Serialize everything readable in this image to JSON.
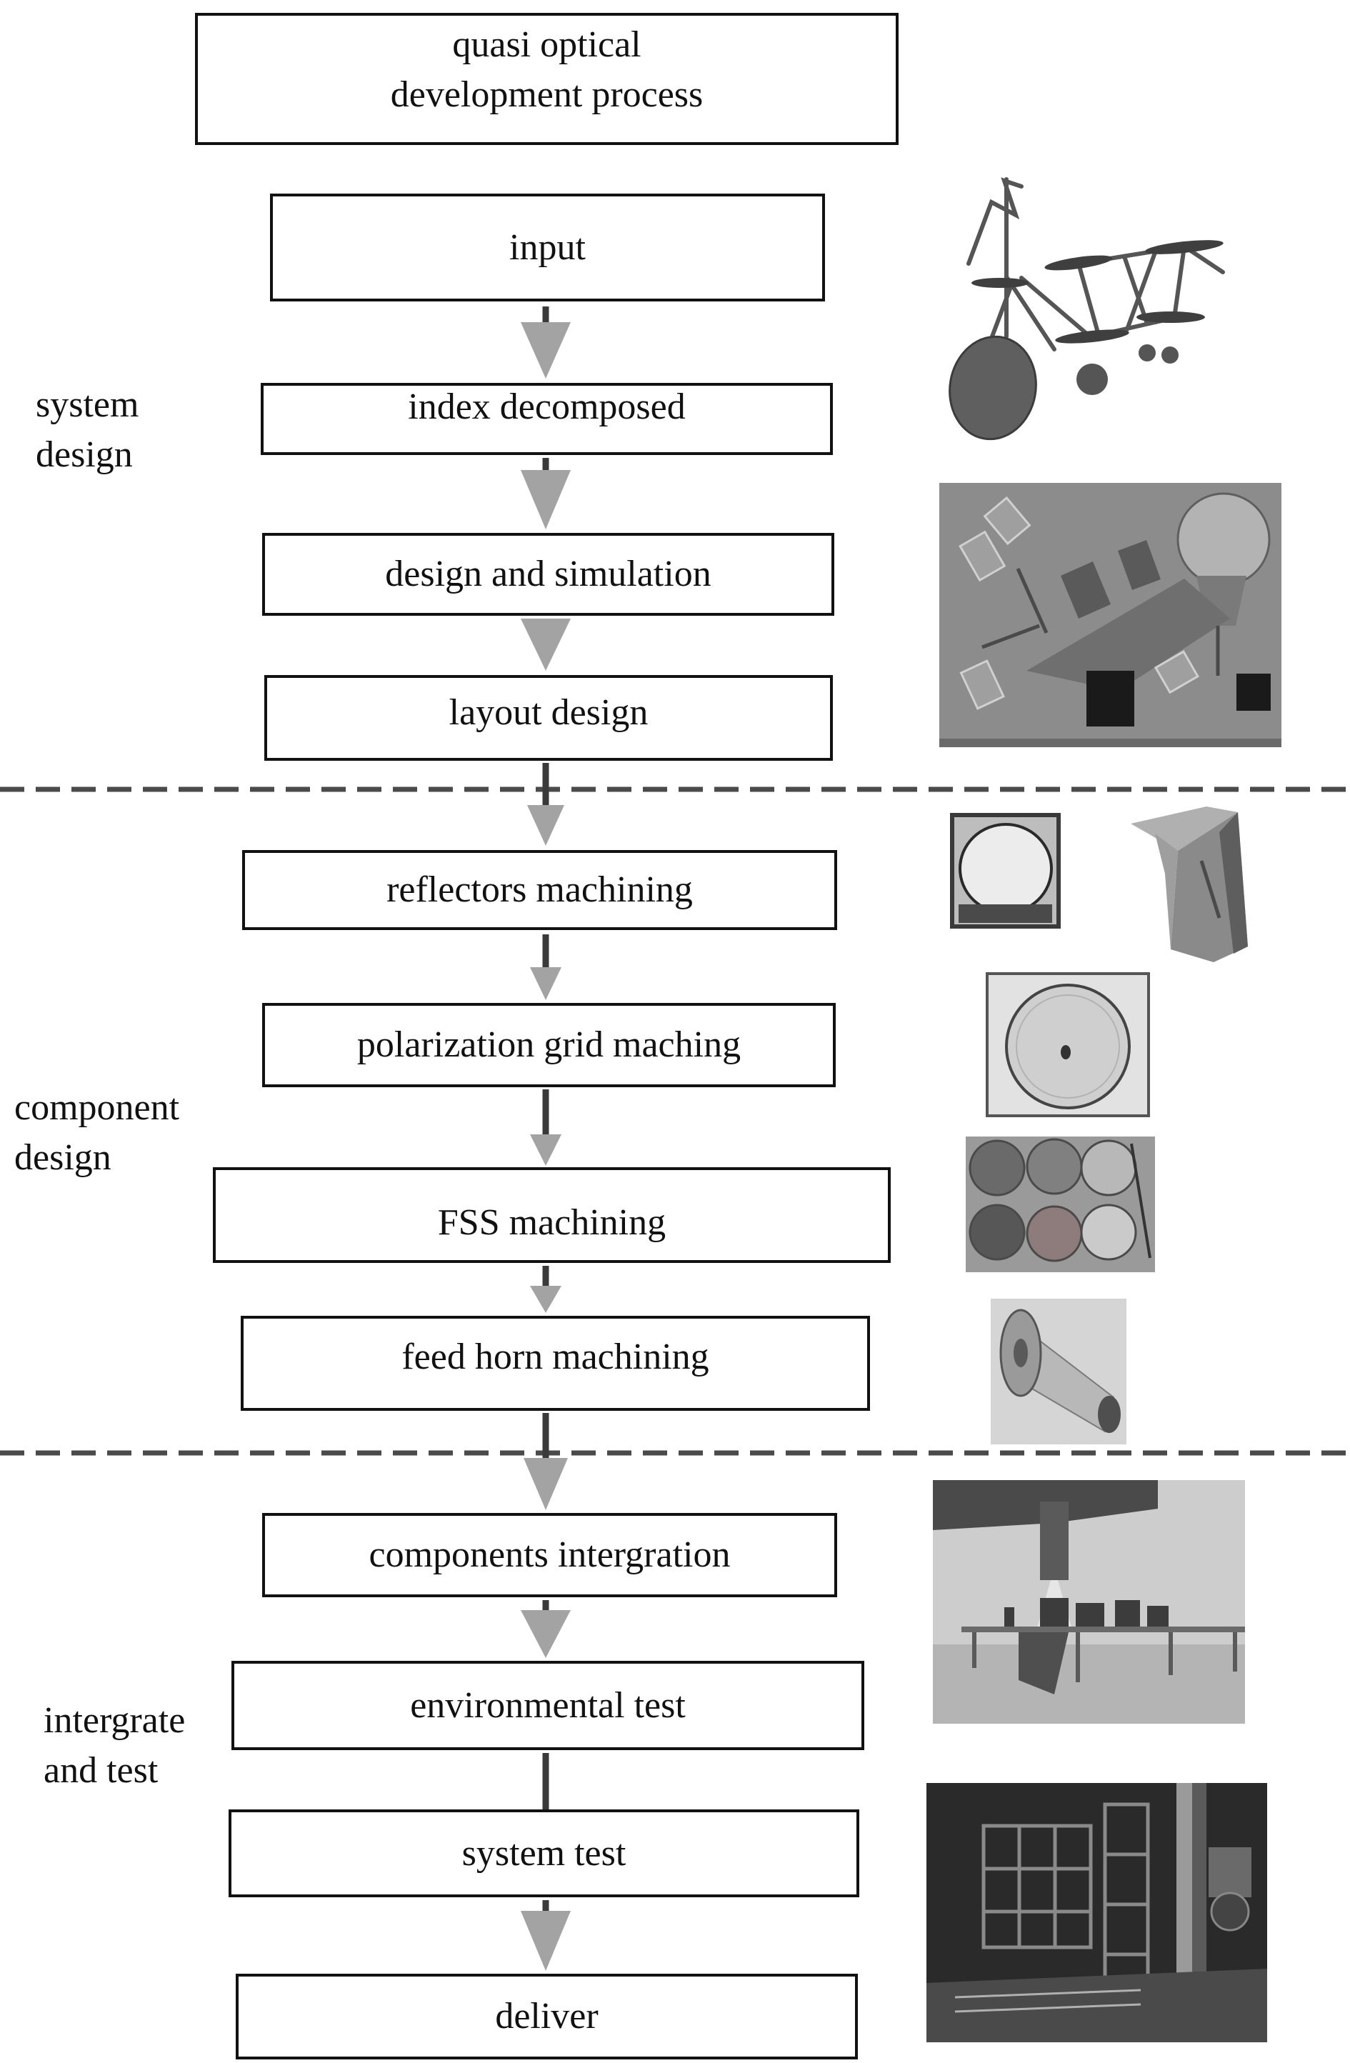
{
  "title": {
    "line1": "quasi optical",
    "line2": "development process"
  },
  "phases": [
    {
      "label_lines": [
        "system",
        "design"
      ]
    },
    {
      "label_lines": [
        "component",
        "design"
      ]
    },
    {
      "label_lines": [
        "intergrate",
        "and test"
      ]
    }
  ],
  "steps": [
    "input",
    "index decomposed",
    "design and simulation",
    "layout design",
    "reflectors machining",
    "polarization grid maching",
    "FSS machining",
    "feed horn machining",
    "components intergration",
    "environmental test",
    "system test",
    "deliver"
  ],
  "colors": {
    "border": "#111111",
    "arrow_stem": "#3a3a3a",
    "arrow_head": "#a3a3a3",
    "divider": "#4a4a4a"
  }
}
